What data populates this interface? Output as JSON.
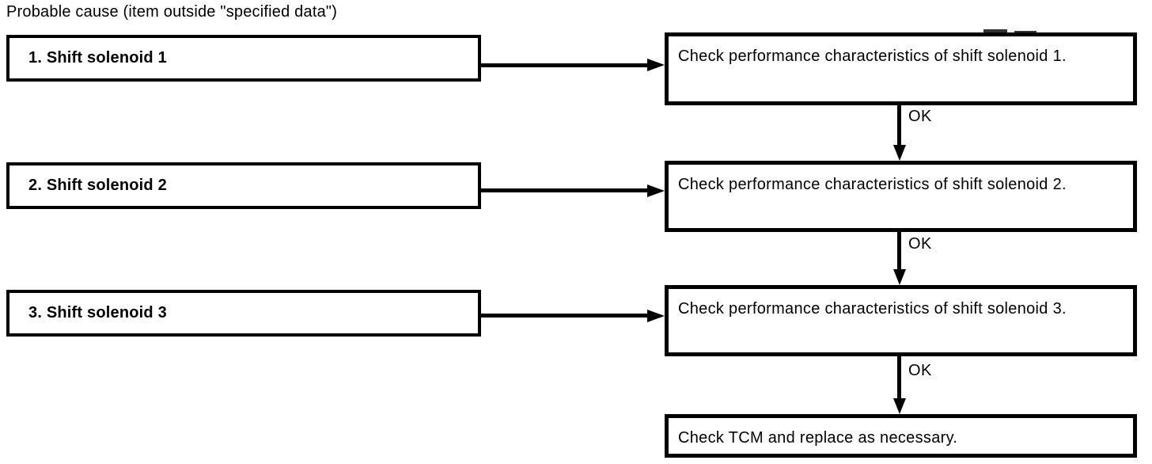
{
  "title": "Probable cause (item outside \"specified data\")",
  "causes": [
    {
      "label": "1. Shift solenoid 1"
    },
    {
      "label": "2. Shift solenoid 2"
    },
    {
      "label": "3. Shift solenoid 3"
    }
  ],
  "checks": [
    {
      "text": "Check performance characteristics of shift solenoid 1."
    },
    {
      "text": "Check performance characteristics of shift solenoid 2."
    },
    {
      "text": "Check performance characteristics of shift solenoid 3."
    },
    {
      "text": "Check TCM and replace as necessary."
    }
  ],
  "connectors": [
    {
      "label": "OK"
    },
    {
      "label": "OK"
    },
    {
      "label": "OK"
    }
  ],
  "colors": {
    "ink": "#000000",
    "background": "#ffffff"
  }
}
